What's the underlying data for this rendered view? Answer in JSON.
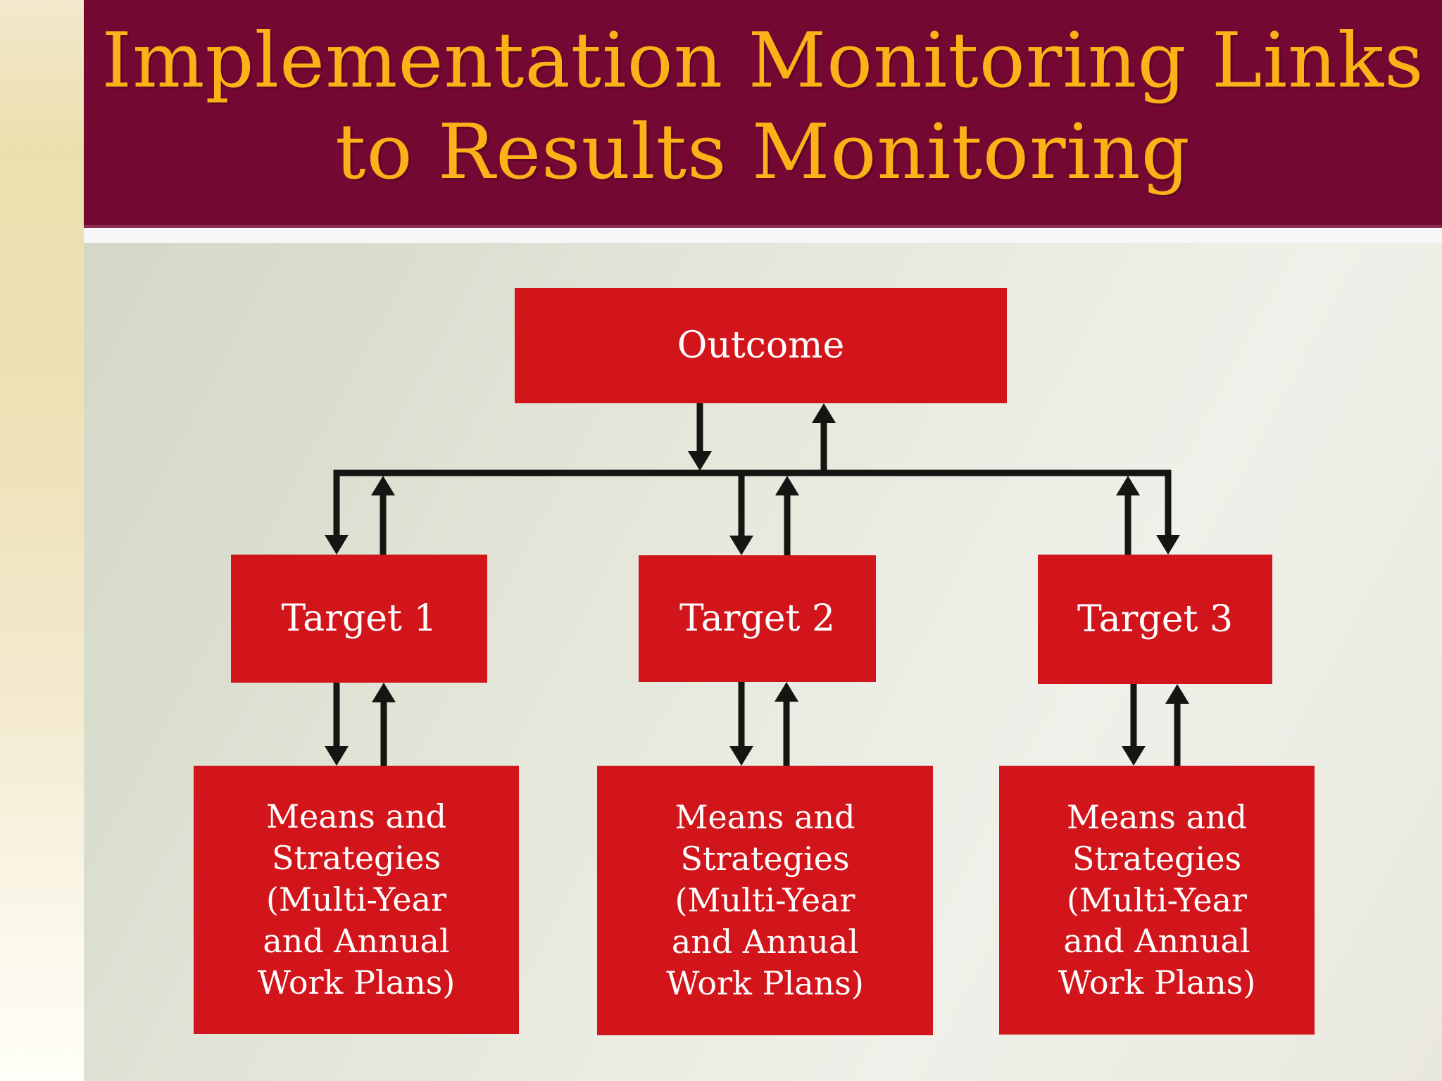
{
  "slide": {
    "title": {
      "line1": "Implementation Monitoring Links",
      "line2": "to Results Monitoring"
    }
  },
  "diagram": {
    "type": "flowchart",
    "nodes": {
      "outcome": {
        "label": "Outcome"
      },
      "target1": {
        "label": "Target 1"
      },
      "target2": {
        "label": "Target 2"
      },
      "target3": {
        "label": "Target 3"
      },
      "means1": {
        "lines": [
          "Means and",
          "Strategies",
          "(Multi-Year",
          "and Annual",
          "Work Plans)"
        ]
      },
      "means2": {
        "lines": [
          "Means and",
          "Strategies",
          "(Multi-Year",
          "and Annual",
          "Work Plans)"
        ]
      },
      "means3": {
        "lines": [
          "Means and",
          "Strategies",
          "(Multi-Year",
          "and Annual",
          "Work Plans)"
        ]
      }
    },
    "edges": [
      {
        "between": [
          "outcome",
          "target1"
        ],
        "type": "two-way-arrow"
      },
      {
        "between": [
          "outcome",
          "target2"
        ],
        "type": "two-way-arrow"
      },
      {
        "between": [
          "outcome",
          "target3"
        ],
        "type": "two-way-arrow"
      },
      {
        "between": [
          "target1",
          "means1"
        ],
        "type": "two-way-arrow"
      },
      {
        "between": [
          "target2",
          "means2"
        ],
        "type": "two-way-arrow"
      },
      {
        "between": [
          "target3",
          "means3"
        ],
        "type": "two-way-arrow"
      }
    ]
  },
  "colors": {
    "band_maroon": "#740832",
    "title_gold": "#FBB117",
    "box_red": "#D2151B",
    "arrow_black": "#151512",
    "box_text": "#FFFFFF"
  }
}
